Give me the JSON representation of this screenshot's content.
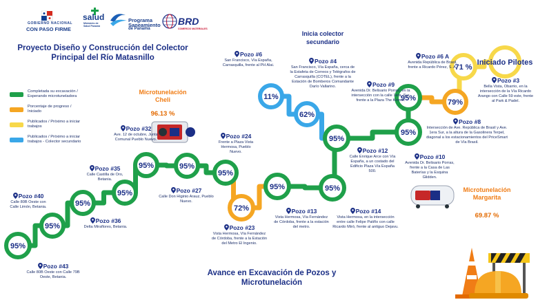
{
  "header": {
    "gobierno_line1": "GOBIERNO NACIONAL",
    "gobierno_line2": "CON PASO FIRME",
    "salud": "salud",
    "salud_sub": "Ministerio de Salud Panamá",
    "programa": "Programa",
    "saneamiento": "Saneamiento",
    "de_panama": "de Panamá",
    "brd": "BRD",
    "brd_sub": "COMERCIO MATERIALES"
  },
  "main_title": "Proyecto Diseño y Construcción del Colector Principal del Río Matasnillo",
  "secondary_title": "Inicia colector secundario",
  "bottom_title": "Avance en Excavación de Pozos y Microtunelación",
  "legend": [
    {
      "color": "#1fa04a",
      "text": "Completada su excavación / Esperando microtuneladora"
    },
    {
      "color": "#f5a623",
      "text": "Porcentaje de progreso / Iniciado"
    },
    {
      "color": "#f7d84a",
      "text": "Publicados / Próximo a iniciar trabajos"
    },
    {
      "color": "#3aa7e8",
      "text": "Publicados / Próximo a iniciar trabajos - Colector secundario"
    }
  ],
  "micro_cheli": {
    "title": "Microtunelación Cheli",
    "pct": "96.13 %"
  },
  "micro_margarita": {
    "title": "Microtunelación Margarita",
    "pct": "69.87 %"
  },
  "nodes": [
    {
      "id": "n43",
      "pct": "95%",
      "stage": "done"
    },
    {
      "id": "n40",
      "pct": "95%",
      "stage": "done"
    },
    {
      "id": "n36",
      "pct": "95%",
      "stage": "done"
    },
    {
      "id": "n35",
      "pct": "95%",
      "stage": "done"
    },
    {
      "id": "n32",
      "pct": "95%",
      "stage": "done"
    },
    {
      "id": "n27",
      "pct": "95%",
      "stage": "done"
    },
    {
      "id": "n24",
      "pct": "95%",
      "stage": "done"
    },
    {
      "id": "n23",
      "pct": "72%",
      "stage": "progress"
    },
    {
      "id": "n13",
      "pct": "95%",
      "stage": "done"
    },
    {
      "id": "n14",
      "pct": "95%",
      "stage": "done"
    },
    {
      "id": "n12",
      "pct": "95%",
      "stage": "done"
    },
    {
      "id": "n4",
      "pct": "62%",
      "stage": "secondary"
    },
    {
      "id": "n6",
      "pct": "11%",
      "stage": "secondary"
    },
    {
      "id": "n10",
      "pct": "95%",
      "stage": "done"
    },
    {
      "id": "n9",
      "pct": "95%",
      "stage": "done"
    },
    {
      "id": "n8",
      "pct": "79%",
      "stage": "progress"
    },
    {
      "id": "n6a",
      "pct": "71 %",
      "stage": "published"
    },
    {
      "id": "n3",
      "pct": "Iniciado Pilotes",
      "stage": "published"
    }
  ],
  "pozos": [
    {
      "id": "p43",
      "name": "Pozo #43",
      "desc": "Calle 80B Oeste con Calle 79B Oeste, Betania."
    },
    {
      "id": "p40",
      "name": "Pozo #40",
      "desc": "Calle 80B Oeste con Calle Limón, Betania."
    },
    {
      "id": "p36",
      "name": "Pozo #36",
      "desc": "Delta Miraflores, Betania."
    },
    {
      "id": "p35",
      "name": "Pozo #35",
      "desc": "Calle Castilla de Oro, Betania."
    },
    {
      "id": "p32",
      "name": "Pozo #32",
      "desc": "Ave. 12 de octubre, Junta Comunal Pueblo Nuevo."
    },
    {
      "id": "p27",
      "name": "Pozo #27",
      "desc": "Calle Don Higinio Arauz, Pueblo Nuevo."
    },
    {
      "id": "p24",
      "name": "Pozo #24",
      "desc": "Frente a Plaza Vista Hermosa, Pueblo Nuevo."
    },
    {
      "id": "p23",
      "name": "Pozo #23",
      "desc": "Vista Hermosa, Vía Fernández de Córdoba, frente a la Estación del Metro El Ingenio."
    },
    {
      "id": "p13",
      "name": "Pozo #13",
      "desc": "Vista Hermosa, Vía Fernández de Córdoba, frente a la estación del metro."
    },
    {
      "id": "p14",
      "name": "Pozo #14",
      "desc": "Vista Hermosa, en la intersección entre calle Felipe Patiño con calle Ricardo Miró, frente al antiguo Dejavu."
    },
    {
      "id": "p12",
      "name": "Pozo #12",
      "desc": "Calle Enrique Arce con Vía España, a un costado del Edificio Plaza Vía España 500."
    },
    {
      "id": "p4",
      "name": "Pozo #4",
      "desc": "San Francisco, Vía España, cerca de la Estafeta de Correos y Telégrafos de Carrasquilla (COTEL), frente a la Estación de Bomberos Comandante Darío Vallarino."
    },
    {
      "id": "p6",
      "name": "Pozo #6",
      "desc": "San Francisco, Vía España, Carrasquilla, frente al PH Alai."
    },
    {
      "id": "p9",
      "name": "Pozo #9",
      "desc": "Avenida Dr. Belisario Porras, en la intersección con la calle 1era. Sur, frente a la Plaza The Korner."
    },
    {
      "id": "p10",
      "name": "Pozo #10",
      "desc": "Avenida Dr. Belisario Porras, frente a la Casa de Las Baterías y la Esquina Glidden."
    },
    {
      "id": "p8",
      "name": "Pozo #8",
      "desc": "Intersección de Ave. República de Brasil y Ave. 1era Sur, a la altura de la Gasolinera Terpel, diagonal a los estacionamientos del PriceSmart de Vía Brasil."
    },
    {
      "id": "p6a",
      "name": "Pozo #6 A",
      "desc": "Avenida República de Brasil, frente a Ricardo Pérez, S. A."
    },
    {
      "id": "p3",
      "name": "Pozo #3",
      "desc": "Bella Vista, Obarrio, en la intersección de la Vía Ricardo Arango con Calle 59 este, frente al Park & Padel."
    }
  ],
  "colors": {
    "done": "#1fa04a",
    "progress": "#f5a623",
    "published": "#f7d84a",
    "secondary": "#3aa7e8",
    "title_blue": "#1b2f86",
    "orange": "#f07d16"
  }
}
